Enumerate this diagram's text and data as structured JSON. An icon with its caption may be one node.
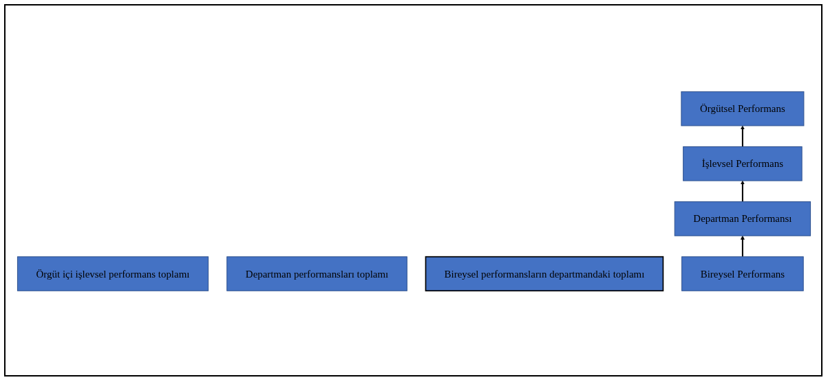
{
  "diagram": {
    "nodes": [
      {
        "text": [
          "Örgüt içi işlevsel performans toplamı"
        ]
      },
      {
        "text": [
          "Departman performansları toplamı"
        ]
      },
      {
        "text": [
          "Bireysel performansların departmandaki toplamı"
        ]
      },
      {
        "text": [
          "Örgütsel Performans"
        ]
      },
      {
        "text": [
          "İşlevsel Performans"
        ]
      },
      {
        "text": [
          "Departman Performansı"
        ]
      },
      {
        "text": [
          "Bireysel Performans"
        ]
      }
    ],
    "edges": [
      {
        "from": 6,
        "to": 5,
        "arrow": "to"
      },
      {
        "from": 5,
        "to": 4,
        "arrow": "to"
      },
      {
        "from": 4,
        "to": 3,
        "arrow": "to"
      }
    ]
  }
}
